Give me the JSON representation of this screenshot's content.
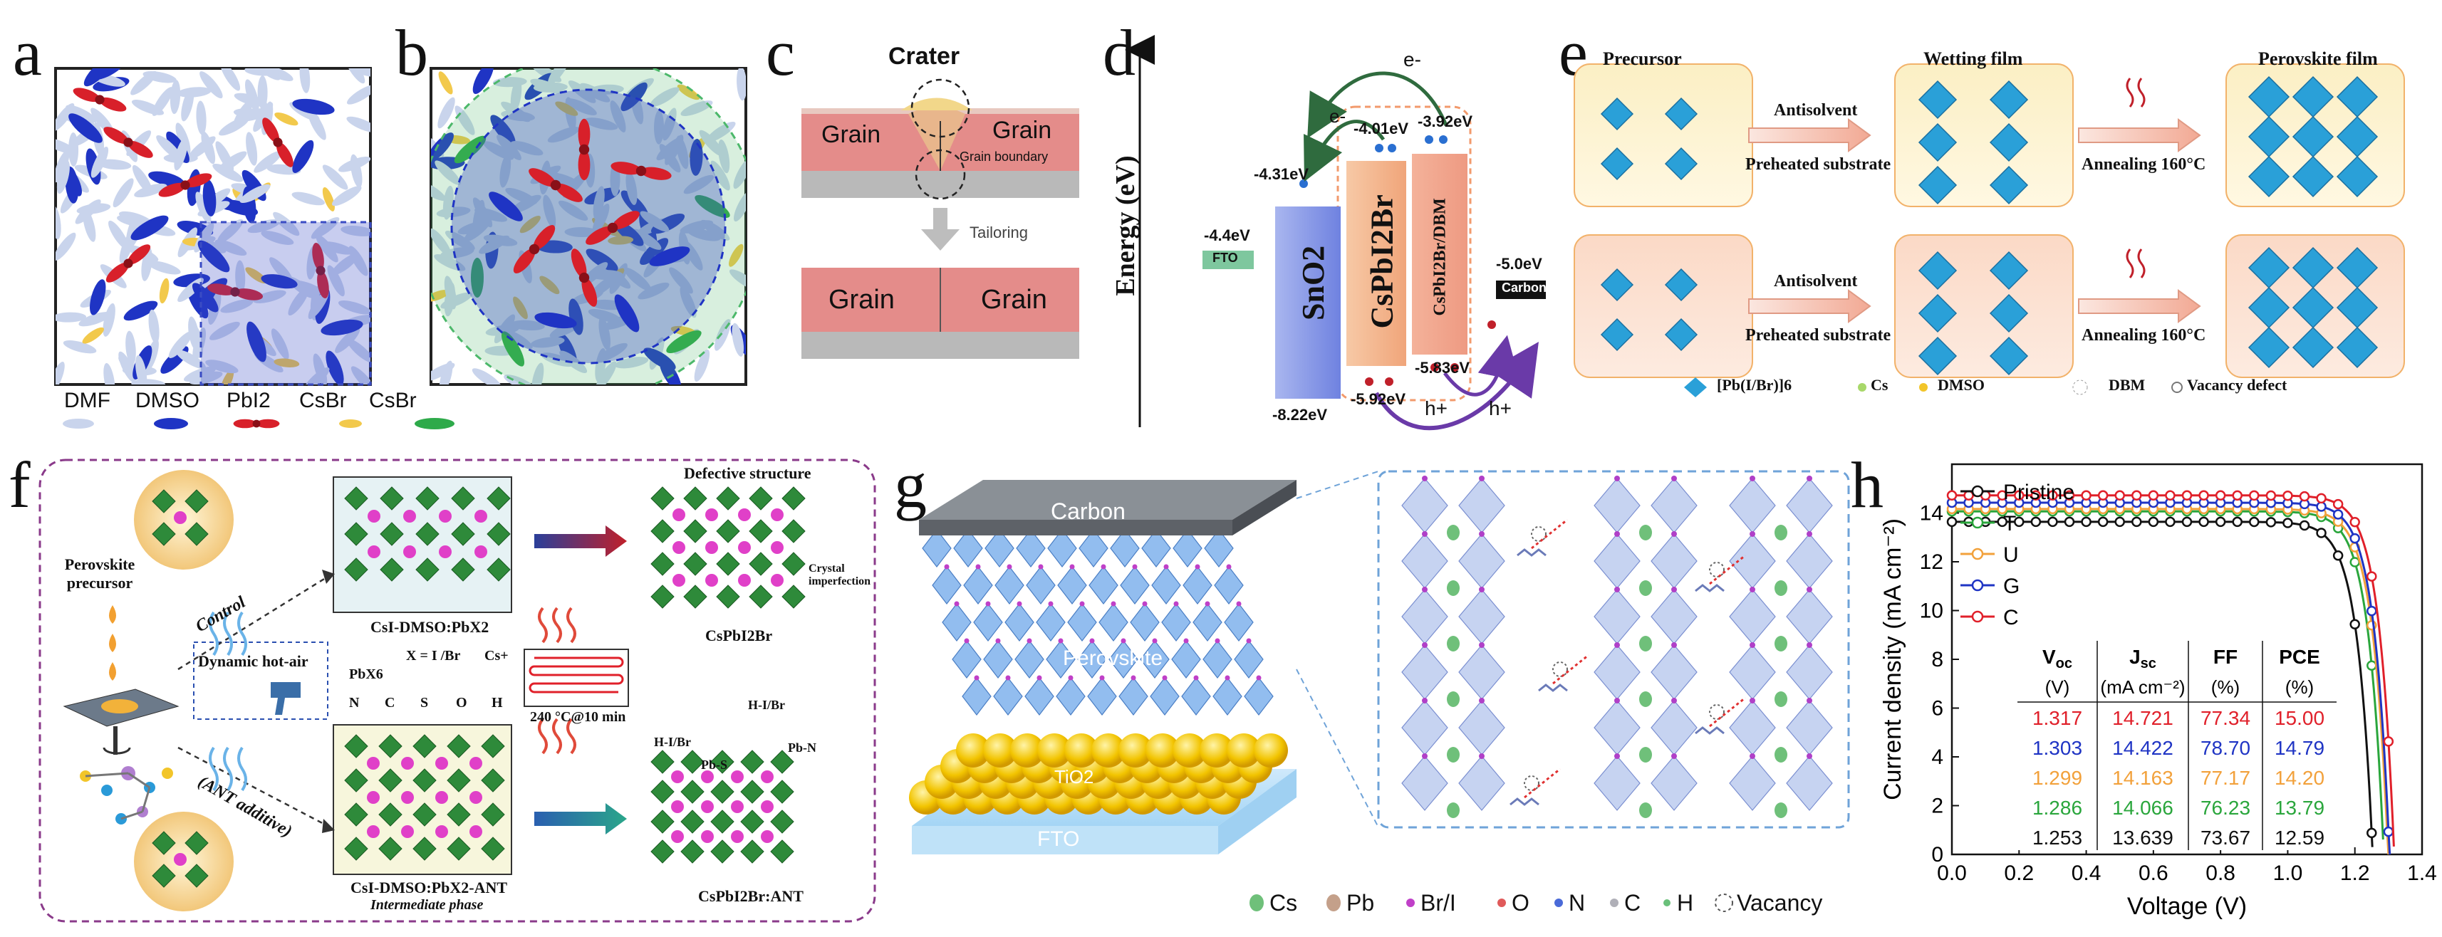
{
  "panel_labels": [
    "a",
    "b",
    "c",
    "d",
    "e",
    "f",
    "g",
    "h"
  ],
  "panel_ab": {
    "legend": [
      {
        "label": "DMF",
        "color": "#c9d4ec"
      },
      {
        "label": "DMSO",
        "color": "#1f34c4"
      },
      {
        "label": "PbI2",
        "color": "#d8202a"
      },
      {
        "label": "CsBr",
        "color": "#f2c94c"
      },
      {
        "label": "CsBr",
        "color": "#2eaa4a"
      }
    ]
  },
  "panel_c": {
    "crater": "Crater",
    "grain": "Grain",
    "grain_boundary": "Grain boundary",
    "tailoring": "Tailoring"
  },
  "panel_d": {
    "ylabel": "Energy (eV)",
    "fto": "FTO",
    "fto_level": "-4.4eV",
    "sno2": "SnO2",
    "sno2_top": "-4.31eV",
    "sno2_bottom": "-8.22eV",
    "cspbi2br": "CsPbI2Br",
    "cs_top": "-4.01eV",
    "cs_bottom": "-5.92eV",
    "dbm": "CsPbI2Br/DBM",
    "dbm_top": "-3.92eV",
    "dbm_bottom": "-5.83eV",
    "carbon": "Carbon",
    "carbon_level": "-5.0eV",
    "electron": "e-",
    "hole": "h+"
  },
  "panel_e": {
    "col_titles": [
      "Precursor",
      "Wetting film",
      "Perovskite film"
    ],
    "step1_top": "Antisolvent",
    "step1_bottom": "Preheated substrate",
    "step2": "Annealing 160°C",
    "legend": [
      "[Pb(I/Br)]6",
      "Cs",
      "DMSO",
      "DBM",
      "Vacancy defect"
    ]
  },
  "panel_f": {
    "precursor": "Perovskite precursor",
    "control": "Control",
    "ant": "(ANT additive)",
    "hot_air": "Dynamic hot-air",
    "box1": "CsI-DMSO:PbX2",
    "x_eq": "X = I /Br",
    "pbx": "PbX6",
    "cs": "Cs+",
    "elements": [
      "N",
      "C",
      "S",
      "O",
      "H"
    ],
    "anneal": "240 °C@10 min",
    "defective": "Defective structure",
    "imperfection": "Crystal imperfection",
    "product1": "CsPbI2Br",
    "box2": "CsI-DMSO:PbX2-ANT",
    "intermediate": "Intermediate phase",
    "product2": "CsPbI2Br:ANT",
    "bonds": [
      "H-I/Br",
      "H-I/Br",
      "Pb-S",
      "Pb-N"
    ]
  },
  "panel_g": {
    "layers": [
      "Carbon",
      "Perovskite",
      "TiO2",
      "FTO"
    ],
    "legend": [
      "Cs",
      "Pb",
      "Br/I",
      "O",
      "N",
      "C",
      "H",
      "Vacancy"
    ]
  },
  "chart_data": {
    "type": "line",
    "xlabel": "Voltage (V)",
    "ylabel": "Current density (mA cm⁻²)",
    "xlim": [
      0.0,
      1.4
    ],
    "ylim": [
      0,
      16
    ],
    "xticks": [
      "0.0",
      "0.2",
      "0.4",
      "0.6",
      "0.8",
      "1.0",
      "1.2",
      "1.4"
    ],
    "yticks": [
      "0",
      "2",
      "4",
      "6",
      "8",
      "10",
      "12",
      "14"
    ],
    "legend_position": "top-left",
    "series": [
      {
        "name": "Pristine",
        "color": "#111111",
        "jsc": 13.639,
        "voc": 1.253
      },
      {
        "name": "T",
        "color": "#2aa63c",
        "jsc": 14.066,
        "voc": 1.286
      },
      {
        "name": "U",
        "color": "#f2a13b",
        "jsc": 14.163,
        "voc": 1.299
      },
      {
        "name": "G",
        "color": "#1f34c4",
        "jsc": 14.422,
        "voc": 1.303
      },
      {
        "name": "C",
        "color": "#e0202a",
        "jsc": 14.721,
        "voc": 1.317
      }
    ],
    "table": {
      "headers": [
        [
          "V",
          "oc",
          "(V)"
        ],
        [
          "J",
          "sc",
          "(mA cm⁻²)"
        ],
        [
          "FF",
          "",
          "(%)"
        ],
        [
          "PCE",
          "",
          "(%)"
        ]
      ],
      "rows": [
        {
          "color": "#e0202a",
          "cells": [
            "1.317",
            "14.721",
            "77.34",
            "15.00"
          ]
        },
        {
          "color": "#1f34c4",
          "cells": [
            "1.303",
            "14.422",
            "78.70",
            "14.79"
          ]
        },
        {
          "color": "#f2a13b",
          "cells": [
            "1.299",
            "14.163",
            "77.17",
            "14.20"
          ]
        },
        {
          "color": "#2aa63c",
          "cells": [
            "1.286",
            "14.066",
            "76.23",
            "13.79"
          ]
        },
        {
          "color": "#111111",
          "cells": [
            "1.253",
            "13.639",
            "73.67",
            "12.59"
          ]
        }
      ]
    }
  }
}
